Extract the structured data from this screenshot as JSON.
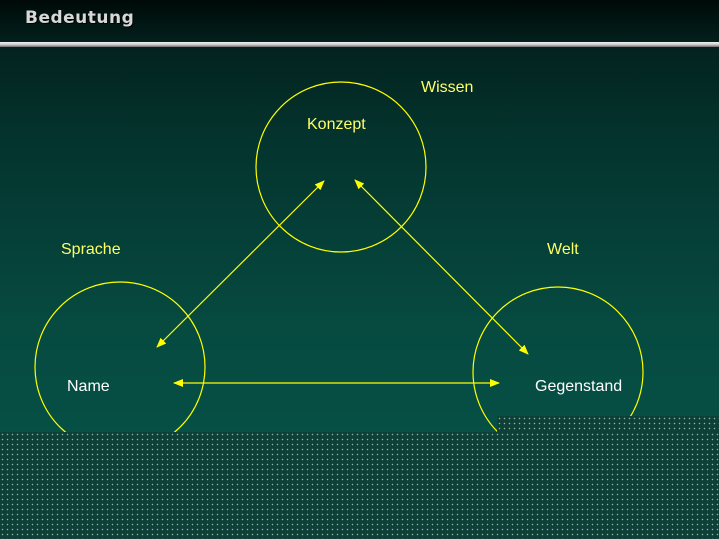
{
  "slide": {
    "title": "Bedeutung"
  },
  "diagram": {
    "domains": {
      "knowledge": "Wissen",
      "language": "Sprache",
      "world": "Welt"
    },
    "nodes": {
      "concept": "Konzept",
      "name": "Name",
      "object": "Gegenstand"
    },
    "colors": {
      "line": "#ffff00",
      "domain_label": "#ffff66",
      "node_label": "#ffffff"
    }
  }
}
